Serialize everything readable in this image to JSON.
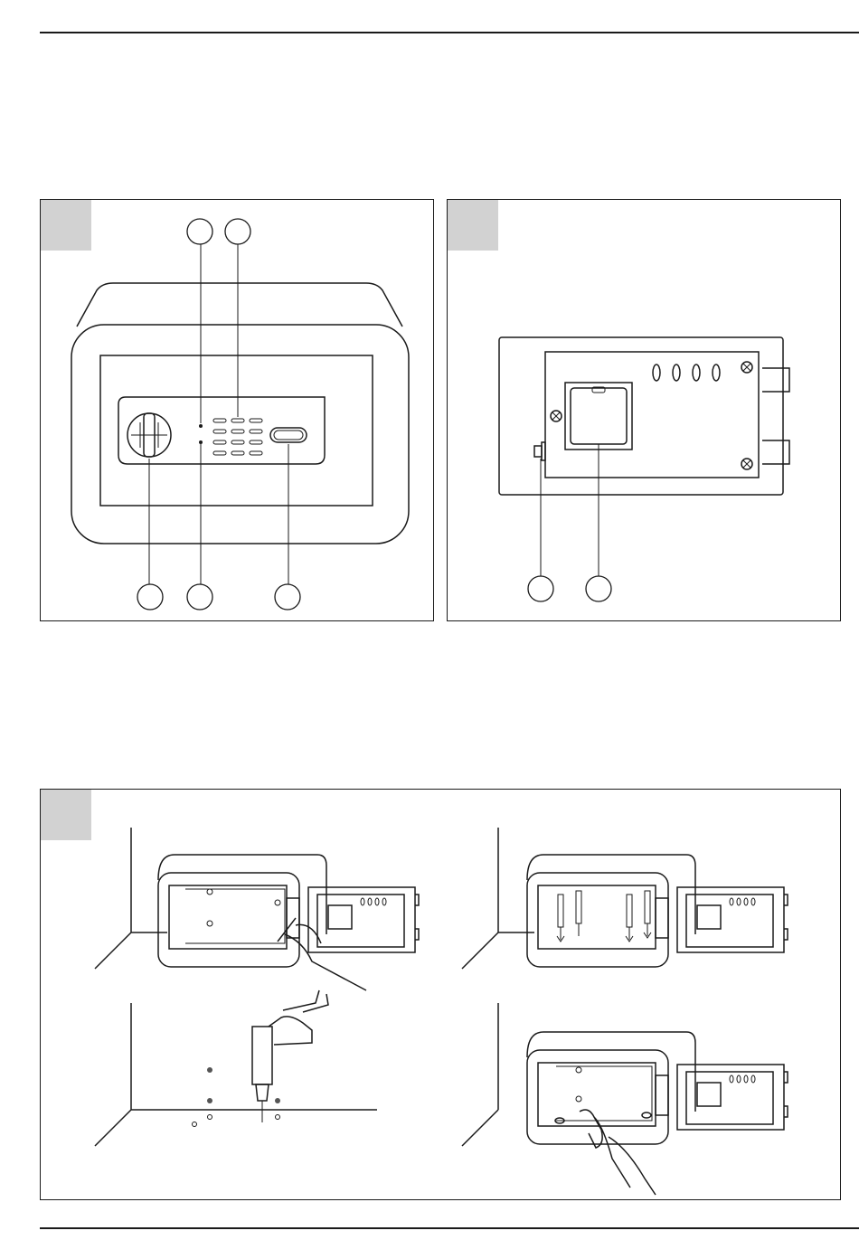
{
  "document": {
    "panels": [
      {
        "id": "front-view",
        "description_tag": "safe-front-keypad"
      },
      {
        "id": "door-back-view",
        "description_tag": "door-inner-side"
      },
      {
        "id": "installation-steps",
        "description_tag": "mounting-procedure"
      }
    ],
    "callouts_front": 5,
    "callouts_back": 2
  },
  "colors": {
    "line": "#1a1a1a",
    "tab_fill": "#d2d2d2",
    "background": "#ffffff"
  }
}
